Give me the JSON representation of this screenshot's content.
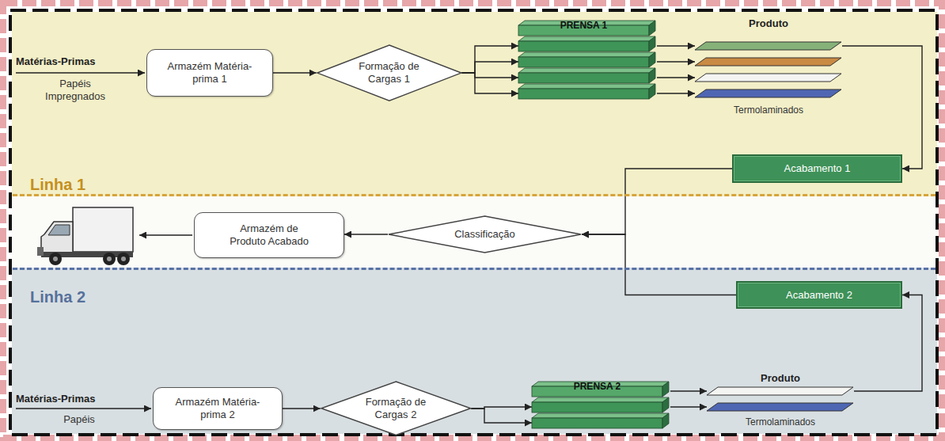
{
  "diagram": {
    "nodes": [
      {
        "text": [
          "Linha 1"
        ]
      },
      {
        "text": [
          "Armazém Matéria-prima 1"
        ],
        "in": 0
      },
      {
        "text": [
          "Formação de Cargas 1"
        ],
        "in": 0
      },
      {
        "text": [
          "PRENSA 1"
        ],
        "in": 0
      },
      {
        "text": [
          "Produto",
          "Termolaminados"
        ],
        "in": 0
      },
      {
        "text": [
          "Acabamento 1"
        ],
        "in": 0
      },
      {
        "text": [
          "Classificação"
        ]
      },
      {
        "text": [
          "Armazém de Produto Acabado"
        ]
      },
      {
        "text": [
          "Linha 2"
        ]
      },
      {
        "text": [
          "Acabamento 2"
        ],
        "in": 8
      },
      {
        "text": [
          "Armazém Matéria-prima 2"
        ],
        "in": 8
      },
      {
        "text": [
          "Formação de Cargas 2"
        ],
        "in": 8
      },
      {
        "text": [
          "PRENSA 2"
        ],
        "in": 8
      },
      {
        "text": [
          "Produto",
          "Termolaminados"
        ],
        "in": 8
      }
    ],
    "edges": [
      {
        "from": 1,
        "to": 2,
        "arrow": "to"
      },
      {
        "from": 2,
        "to": 3,
        "arrow": "to"
      },
      {
        "from": 2,
        "to": 3,
        "arrow": "to"
      },
      {
        "from": 2,
        "to": 3,
        "arrow": "to"
      },
      {
        "from": 2,
        "to": 3,
        "arrow": "to"
      },
      {
        "from": 3,
        "to": 4,
        "arrow": "to"
      },
      {
        "from": 3,
        "to": 4,
        "arrow": "to"
      },
      {
        "from": 3,
        "to": 4,
        "arrow": "to"
      },
      {
        "from": 3,
        "to": 4,
        "arrow": "to"
      },
      {
        "from": 4,
        "to": 5,
        "arrow": "to"
      },
      {
        "from": 5,
        "to": 6,
        "arrow": "to"
      },
      {
        "from": 6,
        "to": 7,
        "arrow": "to"
      },
      {
        "from": 10,
        "to": 11,
        "arrow": "to"
      },
      {
        "from": 11,
        "to": 12,
        "arrow": "to"
      },
      {
        "from": 11,
        "to": 12,
        "arrow": "to"
      },
      {
        "from": 12,
        "to": 13,
        "arrow": "to"
      },
      {
        "from": 12,
        "to": 13,
        "arrow": "to"
      },
      {
        "from": 13,
        "to": 9,
        "arrow": "to"
      },
      {
        "from": 9,
        "to": 6,
        "arrow": "to"
      }
    ],
    "labels": [
      "Matérias-Primas",
      "Papéis Impregnados",
      "Matérias-Primas",
      "Papéis"
    ]
  }
}
